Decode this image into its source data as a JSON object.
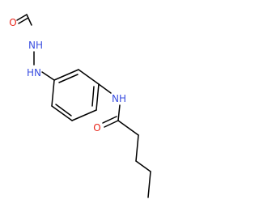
{
  "molecule": {
    "colors": {
      "carbon_bond": "#000000",
      "nitrogen": "#3b4fe0",
      "oxygen": "#e8261b"
    },
    "atoms": {
      "o_formyl": "O",
      "nh_upper": "NH",
      "nh_lower": "HN",
      "nh_amide": "NH",
      "o_amide": "O"
    }
  }
}
